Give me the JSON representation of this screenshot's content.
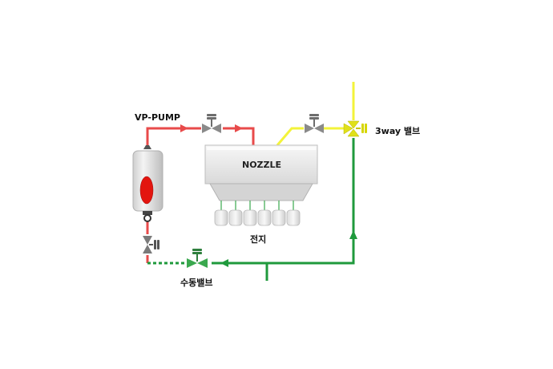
{
  "labels": {
    "pump": "VP-PUMP",
    "nozzle": "NOZZLE",
    "battery": "전지",
    "three_way_valve": "3way 밸브",
    "manual_valve": "수동밸브"
  },
  "colors": {
    "red_line": "#e84a4a",
    "yellow_line": "#f3f33a",
    "green_line": "#1f9a3c",
    "tank_red": "#e3150f",
    "nozzle_body": "#e9e9e9",
    "valve_grey": "#7a7a7a"
  }
}
